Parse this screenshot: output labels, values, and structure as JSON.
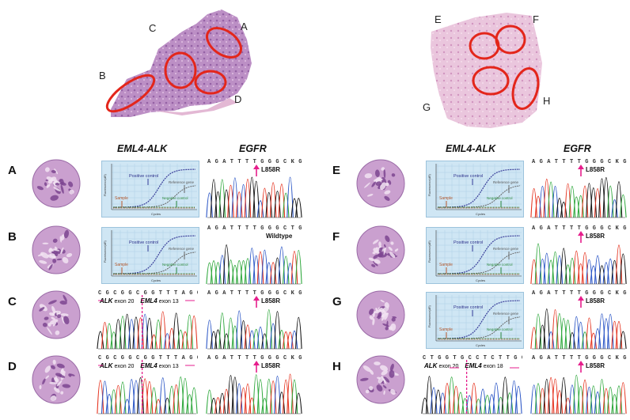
{
  "tissue_labels": {
    "left": [
      "A",
      "B",
      "C",
      "D"
    ],
    "right": [
      "E",
      "F",
      "G",
      "H"
    ]
  },
  "column_headers": {
    "left": {
      "eml4_alk": "EML4-ALK",
      "egfr": "EGFR"
    },
    "right": {
      "eml4_alk": "EML4-ALK",
      "egfr": "EGFR"
    }
  },
  "rows": {
    "A": {
      "method": "qpcr",
      "mutation": "L858R"
    },
    "B": {
      "method": "qpcr",
      "mutation": "Wildtype"
    },
    "C": {
      "method": "sanger",
      "mutation": "L858R"
    },
    "D": {
      "method": "sanger",
      "mutation": "L858R"
    },
    "E": {
      "method": "qpcr",
      "mutation": "L858R"
    },
    "F": {
      "method": "qpcr",
      "mutation": "L858R"
    },
    "G": {
      "method": "qpcr",
      "mutation": "L858R"
    },
    "H": {
      "method": "sanger",
      "mutation": "L858R"
    }
  },
  "qpcr_labels": {
    "positive_control": "Positive control",
    "reference_gene": "Reference gene",
    "negative_control": "Negative control",
    "sample": "Sample",
    "x_axis": "Cycles",
    "y_axis": "Fluorescence(dR)"
  },
  "sanger_labels": {
    "alk_exon": "exon 20",
    "eml4_exon": "exon 13",
    "eml4_exon_h": "exon 18",
    "alk": "ALK",
    "eml4": "EML4",
    "sequence_alk": "C G C G G C G G T T T A G G T C C T T C",
    "sequence_h": "C T G G T G C C T C T T G G T G T G T C"
  },
  "egfr_sequence": "A G A T T T T G G G C K G G C C A A A C T G C",
  "egfr_sequence_wt": "A G A T T T T G G G C T G G C C A A A C T G C",
  "colors": {
    "he_purple": "#b07ab8",
    "he_pink": "#e6b7d5",
    "circle_red": "#e3261b",
    "arrow_pink": "#e61e8c",
    "dna_A": "#2ea83c",
    "dna_C": "#2b56c6",
    "dna_G": "#111111",
    "dna_T": "#e5321e"
  }
}
